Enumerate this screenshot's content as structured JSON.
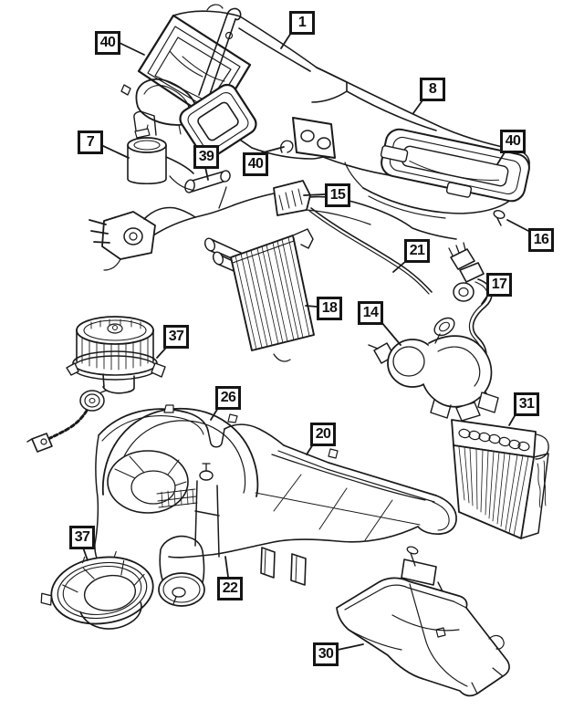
{
  "diagram": {
    "kind": "exploded-parts-line-diagram",
    "background_color": "#ffffff",
    "line_color": "#1a1a1a",
    "callout_box_border_color": "#151515",
    "callout_text_color": "#111111"
  },
  "callouts": [
    {
      "label": "40"
    },
    {
      "label": "1"
    },
    {
      "label": "8"
    },
    {
      "label": "40"
    },
    {
      "label": "7"
    },
    {
      "label": "39"
    },
    {
      "label": "40"
    },
    {
      "label": "15"
    },
    {
      "label": "16"
    },
    {
      "label": "21"
    },
    {
      "label": "17"
    },
    {
      "label": "14"
    },
    {
      "label": "18"
    },
    {
      "label": "37"
    },
    {
      "label": "26"
    },
    {
      "label": "20"
    },
    {
      "label": "31"
    },
    {
      "label": "37"
    },
    {
      "label": "22"
    },
    {
      "label": "30"
    }
  ]
}
